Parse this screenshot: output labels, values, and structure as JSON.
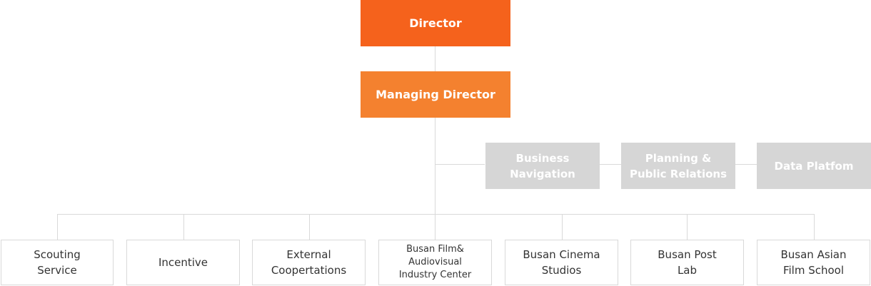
{
  "director": "Director",
  "managing_director": "Managing Director",
  "staff_units": [
    {
      "line1": "Business",
      "line2": "Navigation"
    },
    {
      "line1": "Planning &",
      "line2": "Public Relations"
    },
    {
      "line1": "Data Platfom",
      "line2": ""
    }
  ],
  "departments": [
    {
      "line1": "Scouting",
      "line2": "Service",
      "line3": ""
    },
    {
      "line1": "Incentive",
      "line2": "",
      "line3": ""
    },
    {
      "line1": "External",
      "line2": "Coopertations",
      "line3": ""
    },
    {
      "line1": "Busan Film&",
      "line2": "Audiovisual",
      "line3": "Industry Center"
    },
    {
      "line1": "Busan Cinema",
      "line2": "Studios",
      "line3": ""
    },
    {
      "line1": "Busan Post",
      "line2": "Lab",
      "line3": ""
    },
    {
      "line1": "Busan Asian",
      "line2": "Film School",
      "line3": ""
    }
  ]
}
